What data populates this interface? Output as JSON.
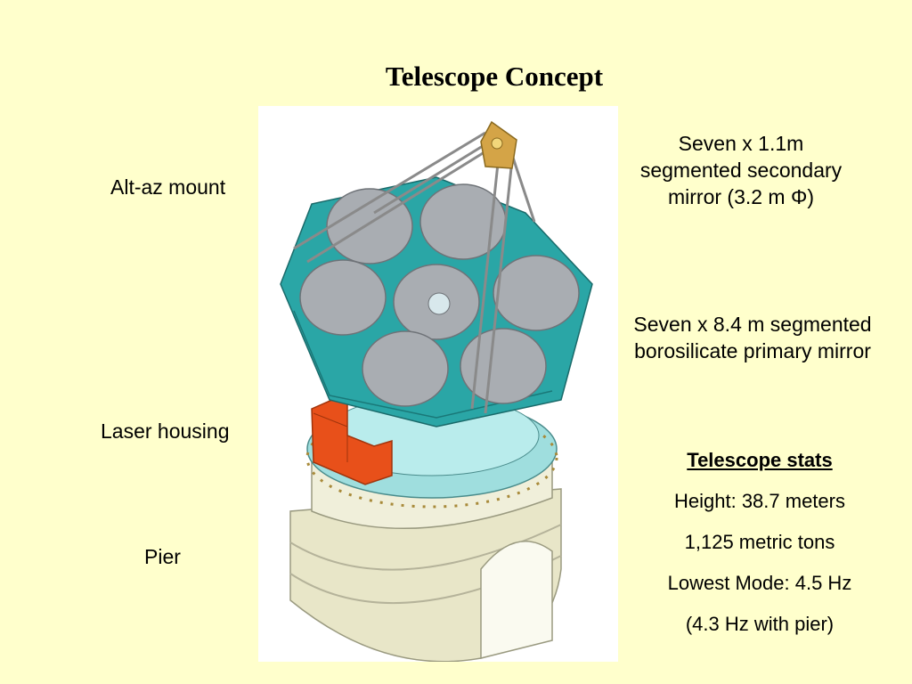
{
  "slide": {
    "title": "Telescope Concept",
    "left_labels": {
      "alt_az": "Alt-az mount",
      "laser": "Laser housing",
      "pier": "Pier"
    },
    "secondary": {
      "line1": "Seven x 1.1m",
      "line2": "segmented secondary",
      "line3": "mirror (3.2 m Φ)"
    },
    "primary": {
      "line1": "Seven x 8.4 m segmented",
      "line2": "borosilicate primary mirror"
    },
    "stats": {
      "heading": "Telescope stats",
      "height": "Height:  38.7 meters",
      "mass": "1,125 metric tons",
      "mode": "Lowest Mode: 4.5 Hz",
      "mode_pier": "(4.3 Hz with pier)"
    }
  },
  "colors": {
    "background": "#FFFFCC",
    "mirror_cell": "#2AA6A6",
    "mirror_surface": "#A9ADB2",
    "laser_housing": "#E8501A",
    "pier": "#E8E6C8"
  }
}
